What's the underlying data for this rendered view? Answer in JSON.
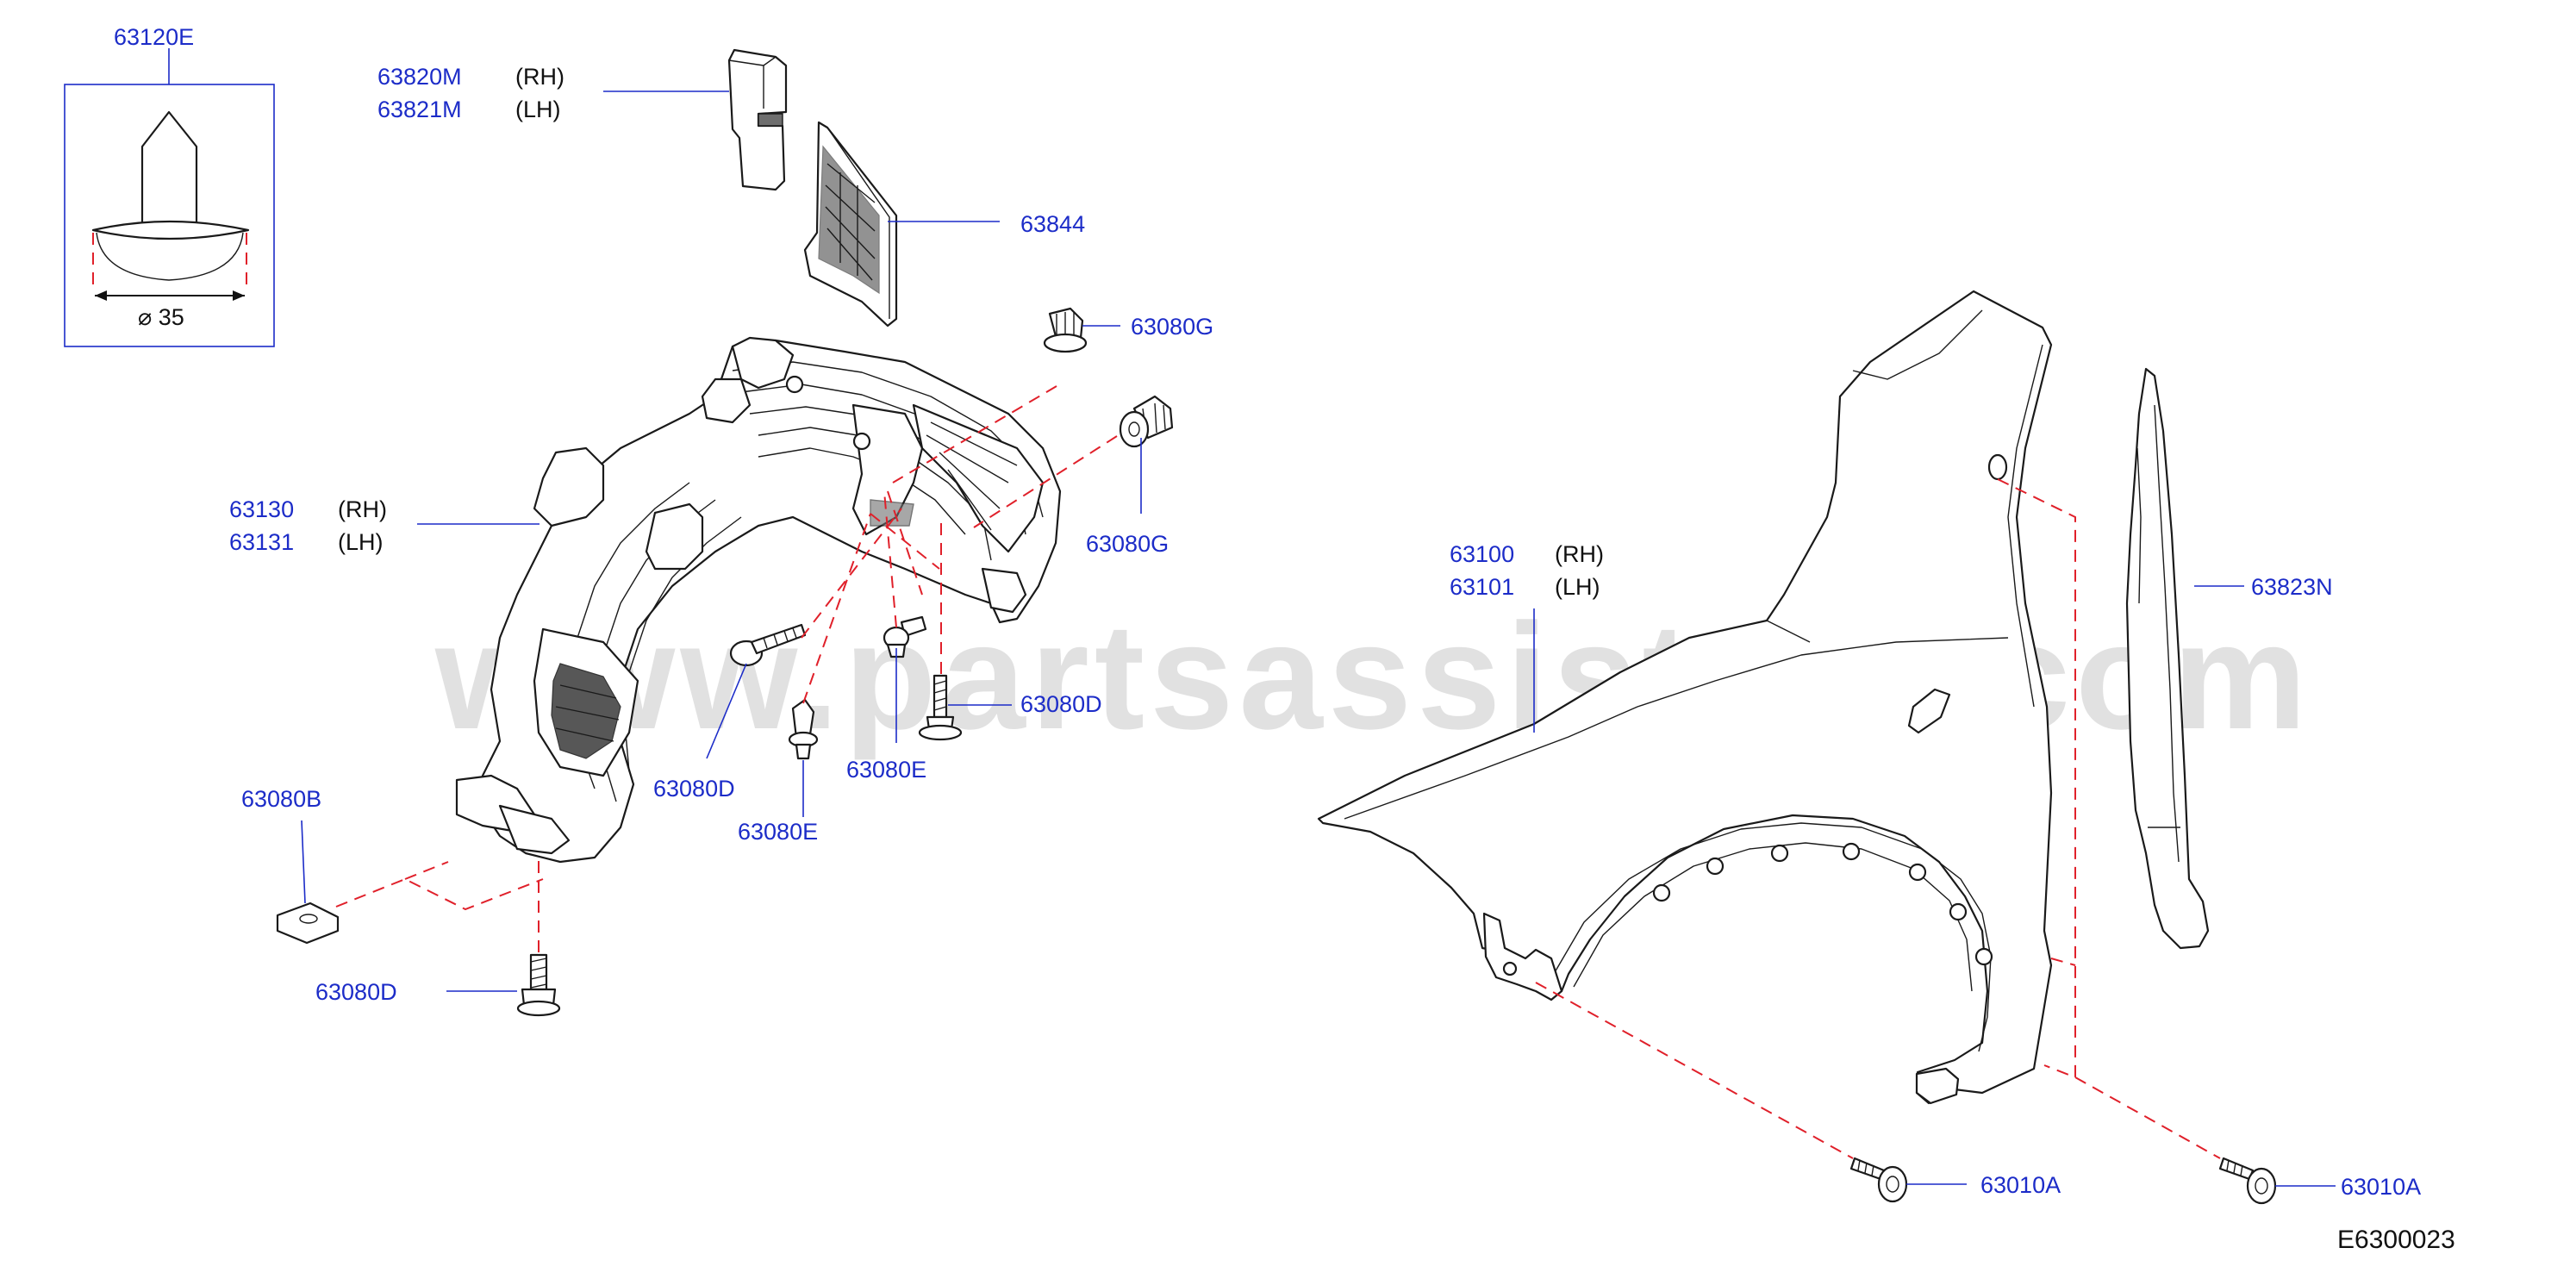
{
  "watermark": "www.partsassistant.com",
  "diagram_code": "E6300023",
  "colors": {
    "label": "#1c2cc8",
    "dashed_line": "#e0202a",
    "outline": "#1a1a1a"
  },
  "callouts": {
    "c63120E": {
      "code": "63120E",
      "detail": "⌀ 35"
    },
    "c63820M": {
      "code": "63820M",
      "side": "(RH)"
    },
    "c63821M": {
      "code": "63821M",
      "side": "(LH)"
    },
    "c63844": {
      "code": "63844"
    },
    "c63080G_top": {
      "code": "63080G"
    },
    "c63080G_mid": {
      "code": "63080G"
    },
    "c63130": {
      "code": "63130",
      "side": "(RH)"
    },
    "c63131": {
      "code": "63131",
      "side": "(LH)"
    },
    "c63080D_right": {
      "code": "63080D"
    },
    "c63080D_center": {
      "code": "63080D"
    },
    "c63080E_right": {
      "code": "63080E"
    },
    "c63080E_left": {
      "code": "63080E"
    },
    "c63080B": {
      "code": "63080B"
    },
    "c63080D_bottom": {
      "code": "63080D"
    },
    "c63100": {
      "code": "63100",
      "side": "(RH)"
    },
    "c63101": {
      "code": "63101",
      "side": "(LH)"
    },
    "c63823N": {
      "code": "63823N"
    },
    "c63010A_left": {
      "code": "63010A"
    },
    "c63010A_right": {
      "code": "63010A"
    }
  }
}
